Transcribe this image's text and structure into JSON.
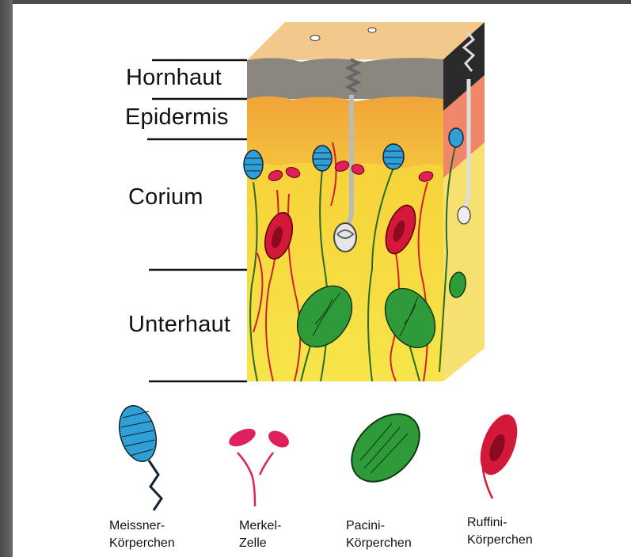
{
  "layers": {
    "hornhaut": "Hornhaut",
    "epidermis": "Epidermis",
    "corium": "Corium",
    "unterhaut": "Unterhaut"
  },
  "legend": {
    "meissner": {
      "line1": "Meissner-",
      "line2": "Körperchen",
      "color": "#2f9fd6"
    },
    "merkel": {
      "line1": "Merkel-",
      "line2": "Zelle",
      "color": "#e0205a"
    },
    "pacini": {
      "line1": "Pacini-",
      "line2": "Körperchen",
      "color": "#2e9a3a"
    },
    "ruffini": {
      "line1": "Ruffini-",
      "line2": "Körperchen",
      "color": "#d4183a"
    }
  },
  "colors": {
    "hornhaut": "#8c8880",
    "epidermis": "#f2a83a",
    "corium": "#f7d93a",
    "unterhaut": "#f5e24a",
    "surface": "#f2c98a"
  }
}
